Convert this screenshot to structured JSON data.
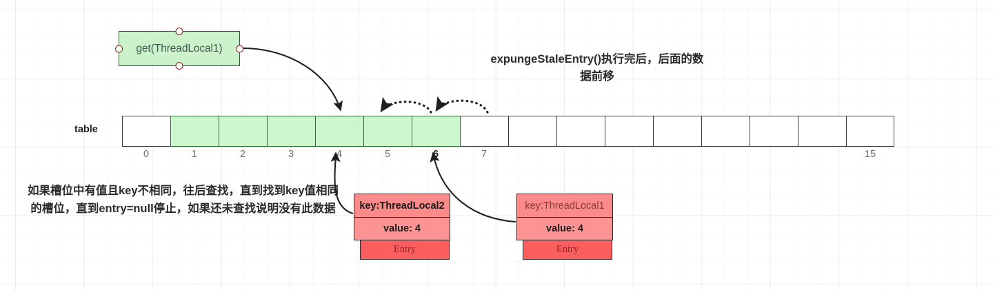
{
  "diagram": {
    "action_box": {
      "label": "get(ThreadLocal1)",
      "fill": "#ccf2cc",
      "border": "#2c5c2c",
      "handle_color": "#8b2222"
    },
    "title_note": "expungeStaleEntry()执行完后，后面的数据前移",
    "left_note": "如果槽位中有值且key不相同，往后查找，直到找到key值相同的槽位，直到entry=null停止，如果还未查找说明没有此数据",
    "table": {
      "label": "table",
      "slot_count": 16,
      "green_slots": [
        1,
        2,
        3,
        4,
        5,
        6
      ],
      "green_fill": "#ccf7cc",
      "empty_fill": "#ffffff",
      "indices": [
        "0",
        "1",
        "2",
        "3",
        "4",
        "5",
        "6",
        "7",
        "",
        "",
        "",
        "",
        "",
        "",
        "",
        "15"
      ],
      "bold_indices": [
        6
      ]
    },
    "entries": [
      {
        "key": "key:ThreadLocal2",
        "value": "value: 4",
        "footer": "Entry",
        "key_faded": false,
        "points_to_slot": 4,
        "fill": "#fb8a8a",
        "footer_fill": "#fb5e5e"
      },
      {
        "key": "key:ThreadLocal1",
        "value": "value: 4",
        "footer": "Entry",
        "key_faded": true,
        "points_to_slot": 6,
        "fill": "#fb8a8a",
        "footer_fill": "#fb5e5e"
      }
    ],
    "shift_arrows": [
      {
        "from_slot": 6,
        "to_slot": 5,
        "style": "dotted"
      },
      {
        "from_slot": 7,
        "to_slot": 6,
        "style": "dotted"
      }
    ],
    "get_arrow": {
      "from": "action-box-right",
      "to_slot": 4
    }
  }
}
